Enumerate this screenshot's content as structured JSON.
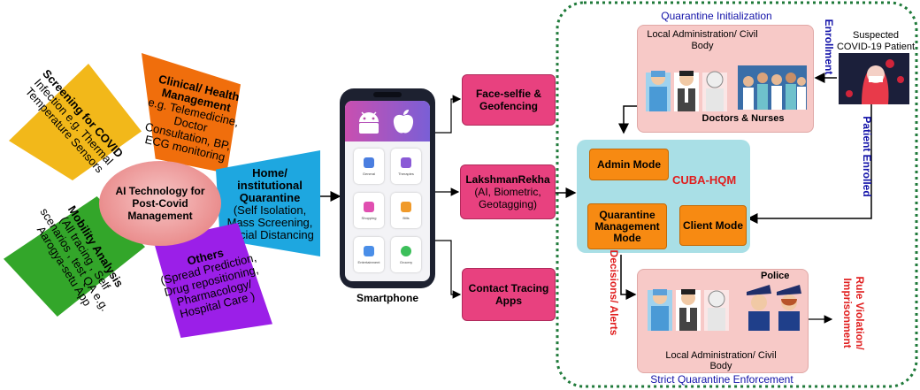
{
  "center": {
    "label": "AI Technology for Post-Covid Management"
  },
  "petals": {
    "screening": {
      "title": "Screening for COVID",
      "body": "Infection e.g. Thermal Temperature Sensors"
    },
    "clinical": {
      "title": "Clinical/ Health Management",
      "body": "e.g. Telemedicine, Doctor Consultation, BP, ECG monitoring"
    },
    "home": {
      "title": "Home/ institutional Quarantine",
      "body": "(Self Isolation, Mass Screening, Social Distancing"
    },
    "mobility": {
      "title": "Mobility Analysis",
      "body": "(All tracing , Self scenarios , test QA e.g. Aarogya-setu App"
    },
    "others": {
      "title": "Others",
      "body": "(Spread Prediction, Drug repositioning, Pharmacology/ Hospital Care )"
    }
  },
  "phone": {
    "label": "Smartphone",
    "apps": [
      "General",
      "Therapies",
      "Shopping",
      "Bills",
      "Entertainment",
      "Grocery"
    ]
  },
  "features": {
    "face": {
      "title": "Face-selfie & Geofencing"
    },
    "lakshman": {
      "title": "LakshmanRekha",
      "body": "(AI, Biometric, Geotagging)"
    },
    "contact": {
      "title": "Contact Tracing Apps"
    }
  },
  "cuba": {
    "title": "CUBA-HQM",
    "admin": "Admin Mode",
    "qm": "Quarantine Management Mode",
    "client": "Client Mode"
  },
  "init": {
    "title": "Quarantine Initialization",
    "local": "Local Administration/ Civil Body",
    "doctors": "Doctors & Nurses"
  },
  "enforce": {
    "title": "Strict Quarantine Enforcement",
    "local": "Local Administration/ Civil Body",
    "police": "Police"
  },
  "patient": {
    "label": "Suspected COVID-19 Patient"
  },
  "side_labels": {
    "enrollment": "Enrollment",
    "patient_enrolled": "Patient Enrolled",
    "decisions": "Decisions/ Alerts",
    "rule_violation": "Rule Violation/ Imprisonment"
  },
  "colors": {
    "yellow": "#f2b81a",
    "orange": "#f06e0c",
    "blue": "#1ea7e0",
    "green": "#33a62a",
    "purple": "#9b1fe8",
    "pink": "#e8417f",
    "cyan": "#a9dfe6",
    "rose": "#f7c9c7",
    "red": "#e01e1e",
    "navy": "#1212a8"
  }
}
